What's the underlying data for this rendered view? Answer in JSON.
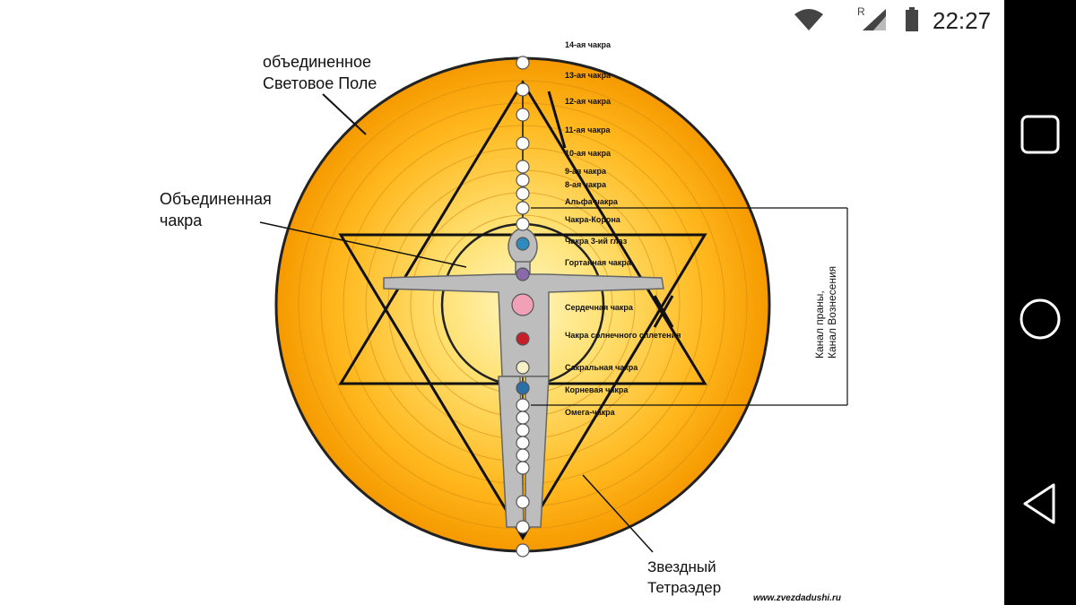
{
  "status_bar": {
    "time": "22:27",
    "roaming_indicator": "R",
    "icons": [
      "wifi-icon",
      "cell-signal-icon",
      "battery-icon"
    ]
  },
  "nav_bar": {
    "icons": [
      "recents-square-icon",
      "home-circle-icon",
      "back-triangle-icon"
    ]
  },
  "diagram": {
    "left_labels": {
      "light_field_line1": "объединенное",
      "light_field_line2": "Световое Поле",
      "unified_chakra_line1": "Объединенная",
      "unified_chakra_line2": "чакра"
    },
    "bottom_label": {
      "line1": "Звездный",
      "line2": "Тетраэдер"
    },
    "channel_label": {
      "line1": "Канал праны,",
      "line2": "Канал Вознесения"
    },
    "watermark": "www.zvezdadushi.ru",
    "chakras": {
      "c14": "14-ая чакра",
      "c13": "13-ая чакра",
      "c12": "12-ая чакра",
      "c11": "11-ая чакра",
      "c10": "10-ая чакра",
      "c9": "9-ая чакра",
      "c8": "8-ая чакра",
      "alpha": "Альфа-чакра",
      "crown": "Чакра-Корона",
      "third_eye": "Чакра 3-ий глаз",
      "throat": "Гортанная чакра",
      "heart": "Сердечная чакра",
      "solar": "Чакра солнечного сплетения",
      "sacral": "Сакральная чакра",
      "root": "Корневая чакра",
      "omega": "Омега-чакра"
    },
    "colors": {
      "field_outer": "#f59a00",
      "field_inner": "#fff7c0",
      "body": "#bdbdbd",
      "third_eye": "#2e8bc0",
      "throat": "#8a6aa8",
      "heart": "#f2a0b8",
      "solar": "#c81e2a",
      "sacral": "#f5f0c8",
      "root": "#2a6fa8"
    }
  }
}
